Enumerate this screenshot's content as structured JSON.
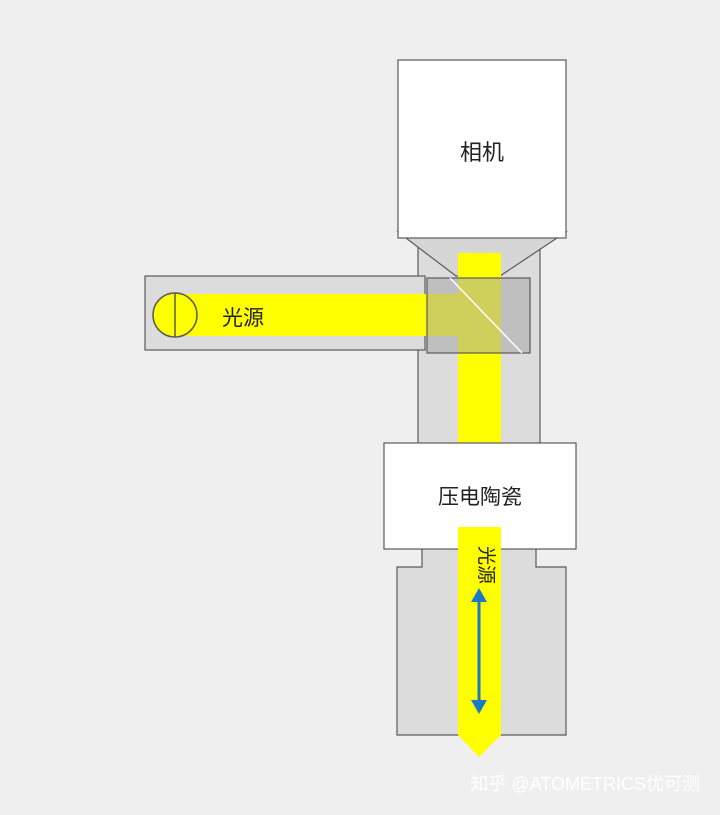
{
  "labels": {
    "camera": "相机",
    "light_source": "光源",
    "piezo": "压电陶瓷",
    "light_source_vertical": "光源"
  },
  "watermark": "知乎 @ATOMETRICS优可测",
  "colors": {
    "background": "#efefef",
    "housing": "#dcdcdc",
    "outline": "#5a5a5a",
    "light_beam": "#ffff00",
    "beam_splitter": "#a8a8a8",
    "arrow": "#1a7ac8",
    "white_block": "#ffffff"
  },
  "icons": [
    "lamp-icon",
    "double-arrow-icon"
  ]
}
